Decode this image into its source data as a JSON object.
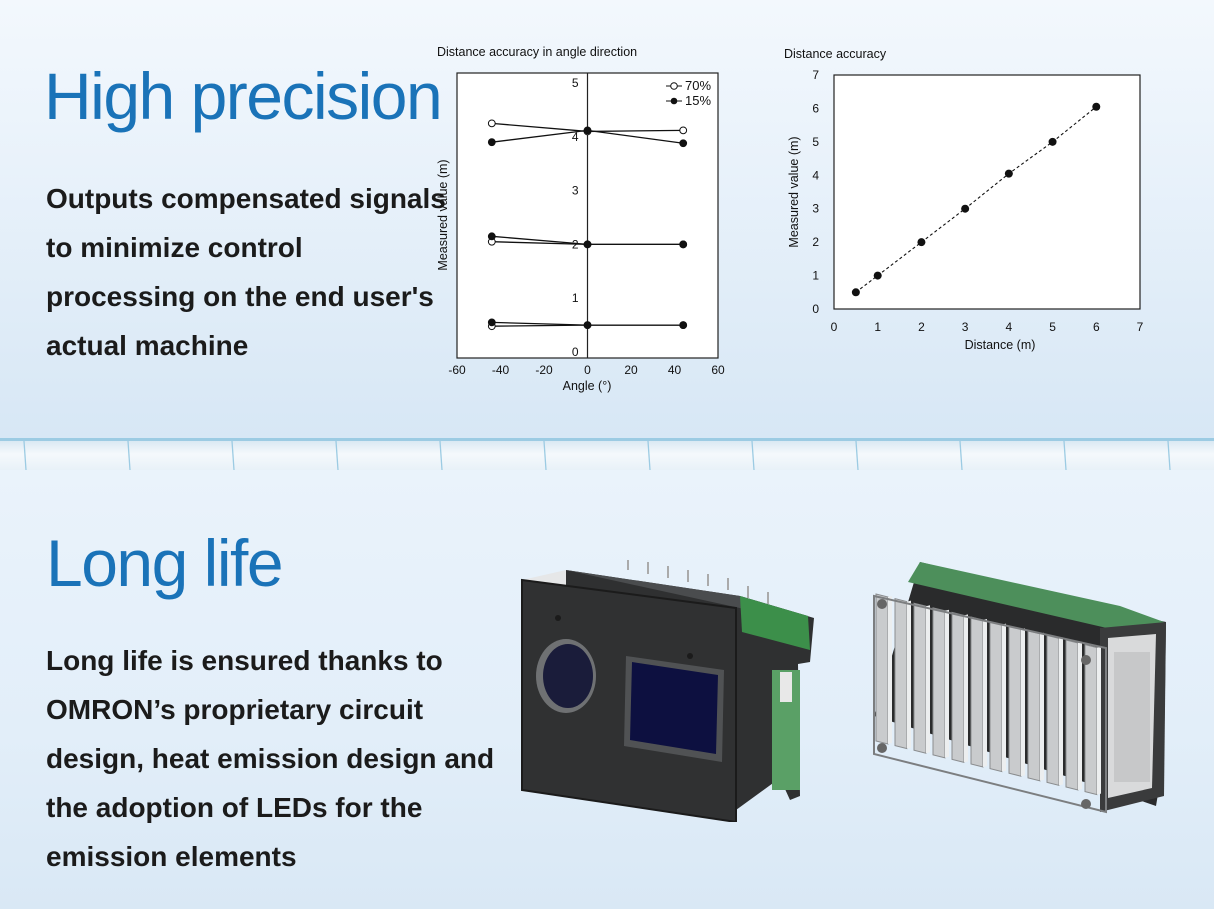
{
  "high_precision": {
    "title": "High precision",
    "description": "Outputs compensated signals to minimize control processing on the end user's actual machine"
  },
  "long_life": {
    "title": "Long life",
    "description": "Long life is ensured thanks to OMRON’s proprietary circuit design, heat emission design and the adoption of LEDs for the emission elements"
  },
  "chart_data": [
    {
      "type": "line",
      "title": "Distance accuracy in angle direction",
      "xlabel": "Angle (°)",
      "ylabel": "Measured value (m)",
      "xlim": [
        -60,
        60
      ],
      "ylim": [
        0,
        5
      ],
      "xticks": [
        "-60",
        "-40",
        "-20",
        "0",
        "20",
        "40",
        "60"
      ],
      "yticks": [
        "0",
        "1",
        "2",
        "3",
        "4",
        "5"
      ],
      "legend_position": "top-right",
      "series": [
        {
          "name": "70%",
          "marker": "open-circle",
          "groups": [
            {
              "x": [
                -44,
                0,
                44
              ],
              "y": [
                4.25,
                4.1,
                4.12
              ]
            },
            {
              "x": [
                -44,
                0,
                44
              ],
              "y": [
                2.05,
                2.0,
                2.0
              ]
            },
            {
              "x": [
                -44,
                0,
                44
              ],
              "y": [
                0.48,
                0.5,
                0.5
              ]
            }
          ]
        },
        {
          "name": "15%",
          "marker": "filled-circle",
          "groups": [
            {
              "x": [
                -44,
                0,
                44
              ],
              "y": [
                3.9,
                4.12,
                3.88
              ]
            },
            {
              "x": [
                -44,
                0,
                44
              ],
              "y": [
                2.15,
                2.0,
                2.0
              ]
            },
            {
              "x": [
                -44,
                0,
                44
              ],
              "y": [
                0.55,
                0.5,
                0.5
              ]
            }
          ]
        }
      ]
    },
    {
      "type": "scatter",
      "title": "Distance accuracy",
      "xlabel": "Distance (m)",
      "ylabel": "Measured value (m)",
      "xlim": [
        0,
        7
      ],
      "ylim": [
        0,
        7
      ],
      "xticks": [
        "0",
        "1",
        "2",
        "3",
        "4",
        "5",
        "6",
        "7"
      ],
      "yticks": [
        "0",
        "1",
        "2",
        "3",
        "4",
        "5",
        "6",
        "7"
      ],
      "line_style": "dashed",
      "x": [
        0.5,
        1,
        2,
        3,
        4,
        5,
        6
      ],
      "y": [
        0.5,
        1,
        2,
        3,
        4.05,
        5,
        6.05
      ]
    }
  ],
  "images": {
    "sensor_front": "sensor-front-view",
    "sensor_back": "sensor-heatsink-view"
  },
  "colors": {
    "heading": "#1a73b8",
    "body_text": "#1b1b1b",
    "divider": "#9ccbe3"
  }
}
